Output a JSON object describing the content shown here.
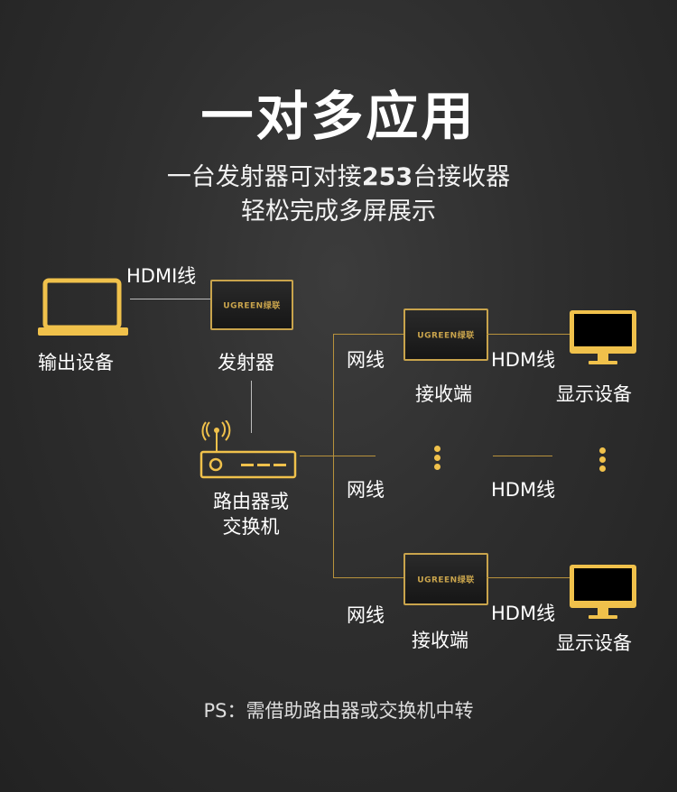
{
  "header": {
    "title": "一对多应用",
    "subtitle_line1_prefix": "一台发射器可对接",
    "subtitle_line1_number": "253",
    "subtitle_line1_suffix": "台接收器",
    "subtitle_line2": "轻松完成多屏展示"
  },
  "diagram": {
    "hdmi_cable_top": "HDMI线",
    "laptop_label": "输出设备",
    "transmitter_label": "发射器",
    "router_label_line1": "路由器或",
    "router_label_line2": "交换机",
    "network_cable": "网线",
    "hdmi_cable": "HDM线",
    "receiver_label": "接收端",
    "display_label": "显示设备",
    "brand_logo": "UGREEN绿联"
  },
  "footer": {
    "note": "PS：需借助路由器或交换机中转"
  },
  "colors": {
    "accent_gold": "#f0c14b",
    "line_gold": "#b8923c",
    "background": "#2e2e2e"
  }
}
